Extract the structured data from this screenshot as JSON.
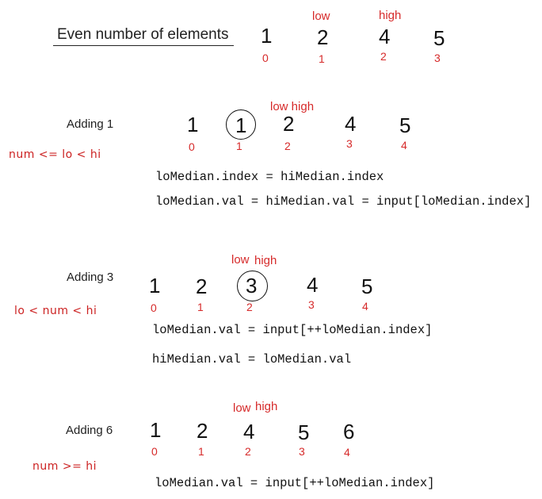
{
  "header": {
    "title": "Even number of elements",
    "values": [
      "1",
      "2",
      "4",
      "5"
    ],
    "indices": [
      "0",
      "1",
      "2",
      "3"
    ],
    "low": "low",
    "high": "high"
  },
  "sections": [
    {
      "label": "Adding 1",
      "condition": "num <= lo < hi",
      "values": [
        "1",
        "1",
        "2",
        "4",
        "5"
      ],
      "indices": [
        "0",
        "1",
        "2",
        "3",
        "4"
      ],
      "pointer": "low high",
      "code": [
        "loMedian.index = hiMedian.index",
        "loMedian.val = hiMedian.val = input[loMedian.index]"
      ]
    },
    {
      "label": "Adding 3",
      "condition": "lo < num < hi",
      "values": [
        "1",
        "2",
        "3",
        "4",
        "5"
      ],
      "indices": [
        "0",
        "1",
        "2",
        "3",
        "4"
      ],
      "low": "low",
      "high": "high",
      "code": [
        "loMedian.val = input[++loMedian.index]",
        "hiMedian.val = loMedian.val"
      ]
    },
    {
      "label": "Adding 6",
      "condition": "num >= hi",
      "values": [
        "1",
        "2",
        "4",
        "5",
        "6"
      ],
      "indices": [
        "0",
        "1",
        "2",
        "3",
        "4"
      ],
      "low": "low",
      "high": "high",
      "code": [
        "loMedian.val = input[++loMedian.index]"
      ]
    }
  ]
}
